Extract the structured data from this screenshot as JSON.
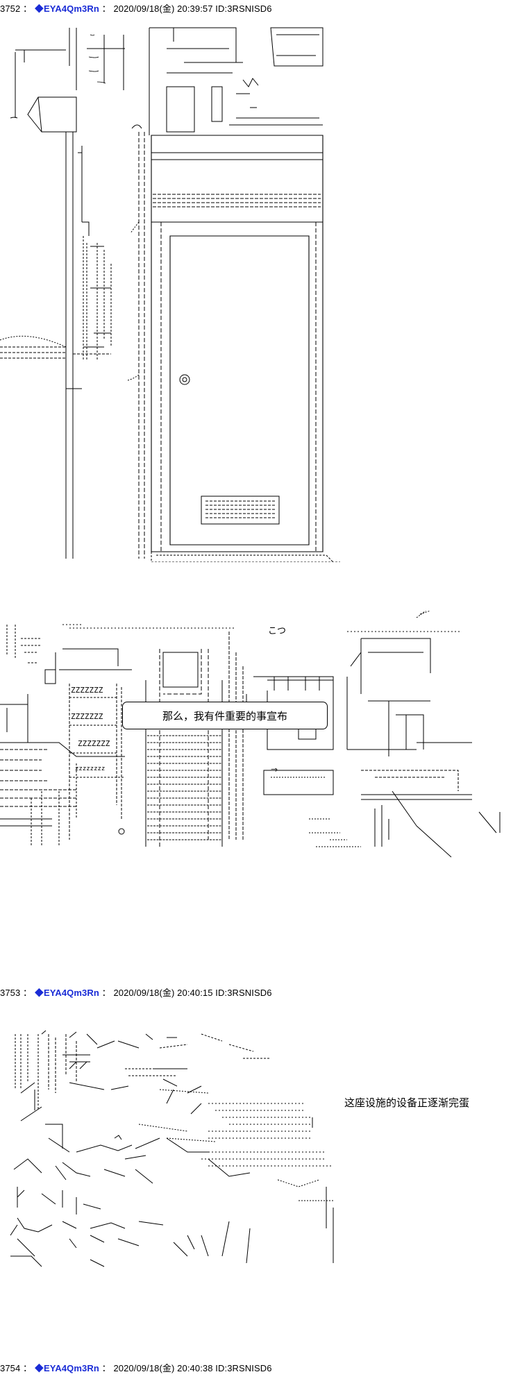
{
  "posts": [
    {
      "number": "3752",
      "separator": "：",
      "diamond": "◆",
      "trip": "EYA4Qm3Rn",
      "colon": "：",
      "date": "2020/09/18(金) 20:39:57",
      "id": "ID:3RSNISD6"
    },
    {
      "number": "3753",
      "separator": "：",
      "diamond": "◆",
      "trip": "EYA4Qm3Rn",
      "colon": "：",
      "date": "2020/09/18(金) 20:40:15",
      "id": "ID:3RSNISD6"
    },
    {
      "number": "3754",
      "separator": "：",
      "diamond": "◆",
      "trip": "EYA4Qm3Rn",
      "colon": "：",
      "date": "2020/09/18(金) 20:40:38",
      "id": "ID:3RSNISD6"
    }
  ],
  "panel2": {
    "speech": "那么，我有件重要的事宣布",
    "sfx": "こつ",
    "zzz": "ZZZZZZZ"
  },
  "panel3": {
    "narration": "这座设施的设备正逐渐完蛋"
  }
}
